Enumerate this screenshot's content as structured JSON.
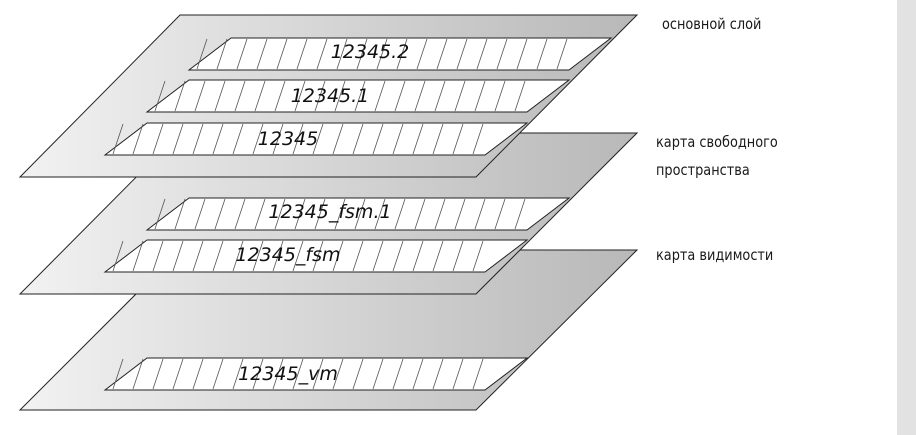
{
  "layers": [
    {
      "label": "основной слой",
      "forks": [
        "12345.2",
        "12345.1",
        "12345"
      ]
    },
    {
      "label": "карта свободного пространства",
      "label_lines": [
        "карта свободного",
        "пространства"
      ],
      "forks": [
        "12345_fsm.1",
        "12345_fsm"
      ]
    },
    {
      "label": "карта видимости",
      "forks": [
        "12345_vm"
      ]
    }
  ],
  "colors": {
    "layer_light": "#f2f2f2",
    "layer_dark": "#b8b8b8",
    "strip_fill": "#ffffff",
    "stroke": "#222222",
    "hatch": "#555555"
  }
}
